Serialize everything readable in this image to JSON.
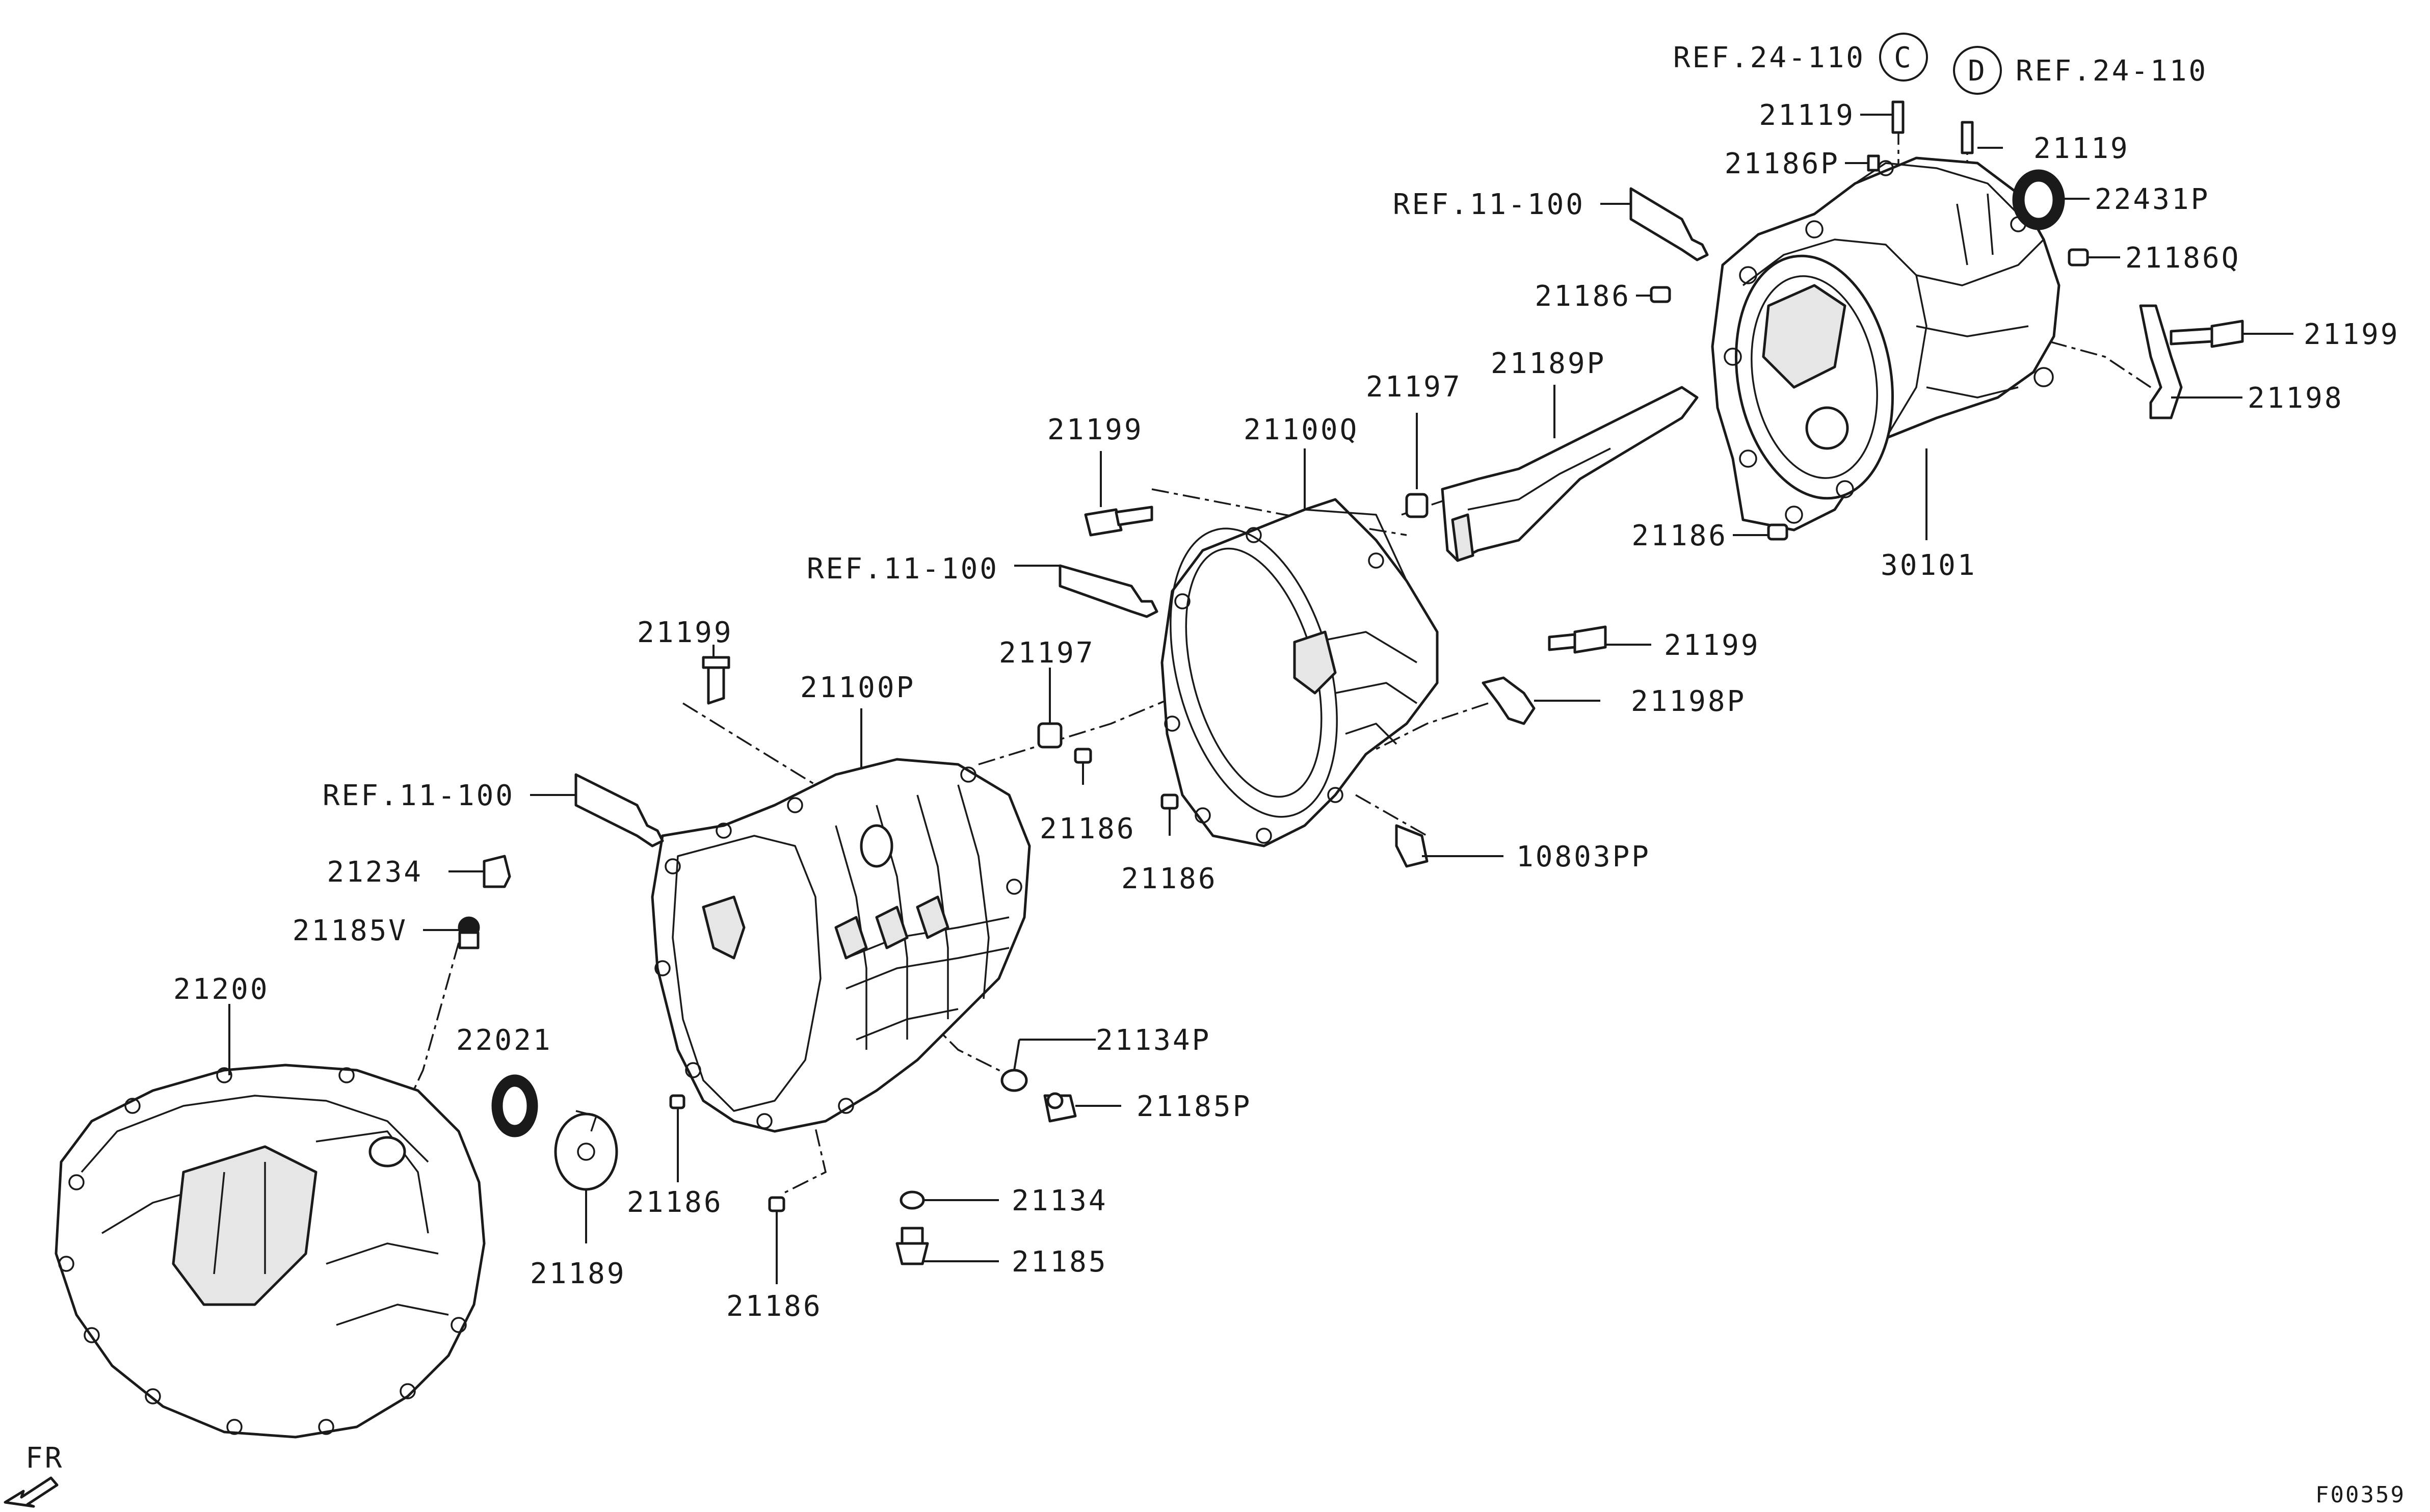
{
  "diagram": {
    "callouts": {
      "ref_c": "REF.24-110",
      "ref_d": "REF.24-110",
      "ref_11_a": "REF.11-100",
      "ref_11_b": "REF.11-100",
      "ref_11_c": "REF.11-100",
      "p21119_a": "21119",
      "p21119_b": "21119",
      "p21186P": "21186P",
      "p22431P": "22431P",
      "p21186Q": "21186Q",
      "p21186_top": "21186",
      "p21199_right": "21199",
      "p21198": "21198",
      "p21189P": "21189P",
      "p21197_a": "21197",
      "p21100Q": "21100Q",
      "p21199_mid": "21199",
      "p21186_mid_r": "21186",
      "p30101": "30101",
      "p21199_midr": "21199",
      "p21198P": "21198P",
      "p21199_left": "21199",
      "p21100P": "21100P",
      "p21197_b": "21197",
      "p21186_c1": "21186",
      "p21186_c2": "21186",
      "p10803PP": "10803PP",
      "p21234": "21234",
      "p21185V": "21185V",
      "p21200": "21200",
      "p22021": "22021",
      "p21134P": "21134P",
      "p21185P": "21185P",
      "p21186_l1": "21186",
      "p21189": "21189",
      "p21134": "21134",
      "p21185": "21185",
      "p21186_l2": "21186"
    },
    "markers": {
      "c": "C",
      "d": "D"
    },
    "direction": "FR",
    "figure_code": "F00359"
  }
}
